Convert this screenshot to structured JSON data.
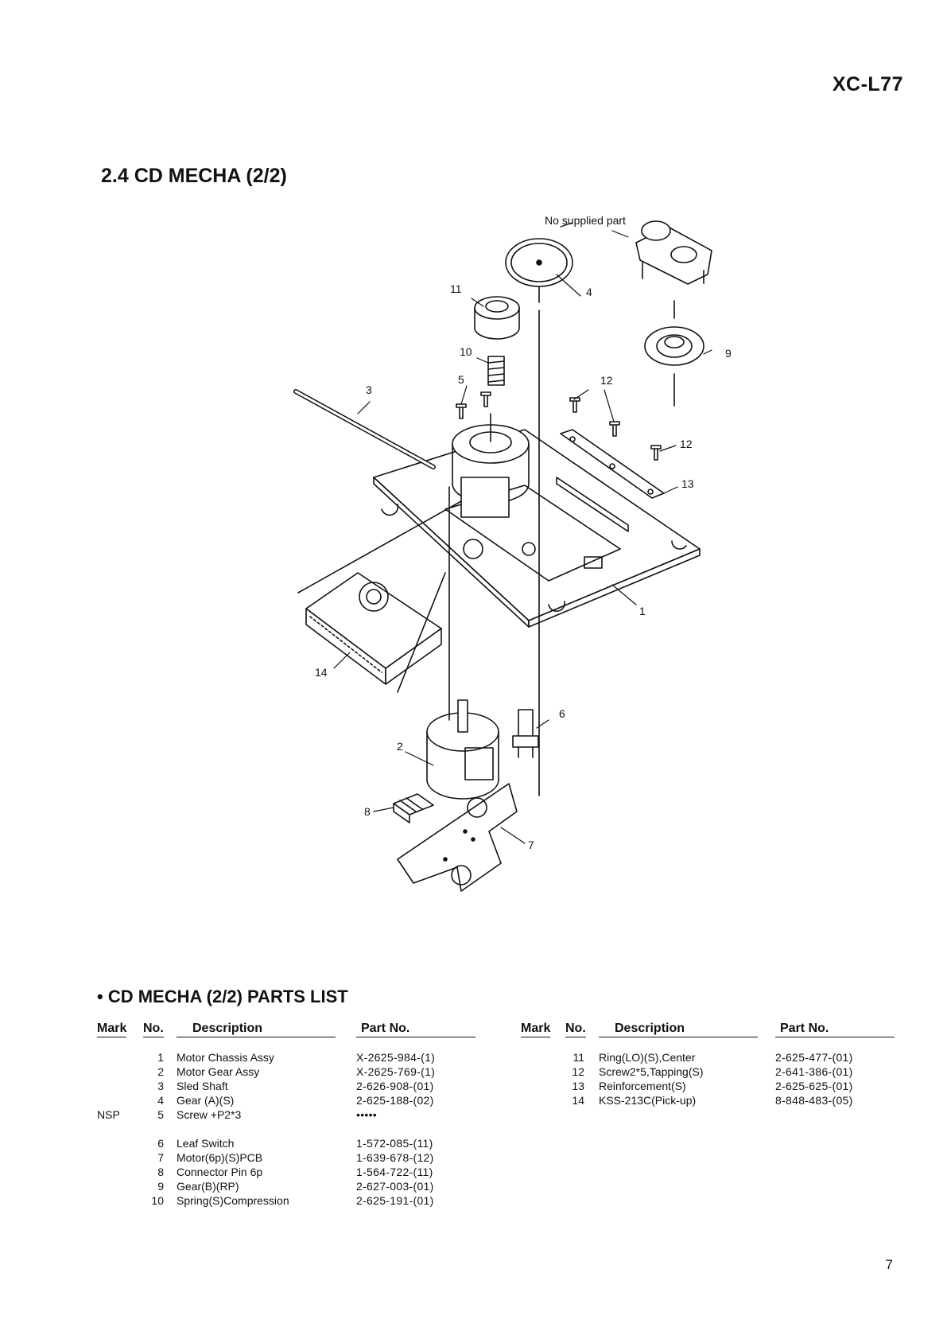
{
  "header": {
    "model": "XC-L77"
  },
  "section": {
    "title": "2.4 CD MECHA (2/2)"
  },
  "diagram": {
    "note": "No supplied part",
    "callouts": [
      "1",
      "2",
      "3",
      "4",
      "5",
      "6",
      "7",
      "8",
      "9",
      "10",
      "11",
      "12",
      "12",
      "13",
      "14"
    ]
  },
  "parts_list": {
    "heading": "• CD MECHA (2/2)  PARTS LIST",
    "columns": {
      "mark": "Mark",
      "no": "No.",
      "description": "Description",
      "part_no": "Part No."
    },
    "left": [
      {
        "mark": "",
        "no": "1",
        "description": "Motor Chassis Assy",
        "part_no": "X-2625-984-(1)"
      },
      {
        "mark": "",
        "no": "2",
        "description": "Motor Gear Assy",
        "part_no": "X-2625-769-(1)"
      },
      {
        "mark": "",
        "no": "3",
        "description": "Sled Shaft",
        "part_no": "2-626-908-(01)"
      },
      {
        "mark": "",
        "no": "4",
        "description": "Gear (A)(S)",
        "part_no": "2-625-188-(02)"
      },
      {
        "mark": "NSP",
        "no": "5",
        "description": "Screw +P2*3",
        "part_no": "•••••"
      },
      {
        "mark": "",
        "no": "6",
        "description": "Leaf Switch",
        "part_no": "1-572-085-(11)"
      },
      {
        "mark": "",
        "no": "7",
        "description": "Motor(6p)(S)PCB",
        "part_no": "1-639-678-(12)"
      },
      {
        "mark": "",
        "no": "8",
        "description": "Connector Pin 6p",
        "part_no": "1-564-722-(11)"
      },
      {
        "mark": "",
        "no": "9",
        "description": "Gear(B)(RP)",
        "part_no": "2-627-003-(01)"
      },
      {
        "mark": "",
        "no": "10",
        "description": "Spring(S)Compression",
        "part_no": "2-625-191-(01)"
      }
    ],
    "right": [
      {
        "mark": "",
        "no": "11",
        "description": "Ring(LO)(S),Center",
        "part_no": "2-625-477-(01)"
      },
      {
        "mark": "",
        "no": "12",
        "description": "Screw2*5,Tapping(S)",
        "part_no": "2-641-386-(01)"
      },
      {
        "mark": "",
        "no": "13",
        "description": "Reinforcement(S)",
        "part_no": "2-625-625-(01)"
      },
      {
        "mark": "",
        "no": "14",
        "description": "KSS-213C(Pick-up)",
        "part_no": "8-848-483-(05)"
      }
    ]
  },
  "footer": {
    "page_number": "7"
  }
}
